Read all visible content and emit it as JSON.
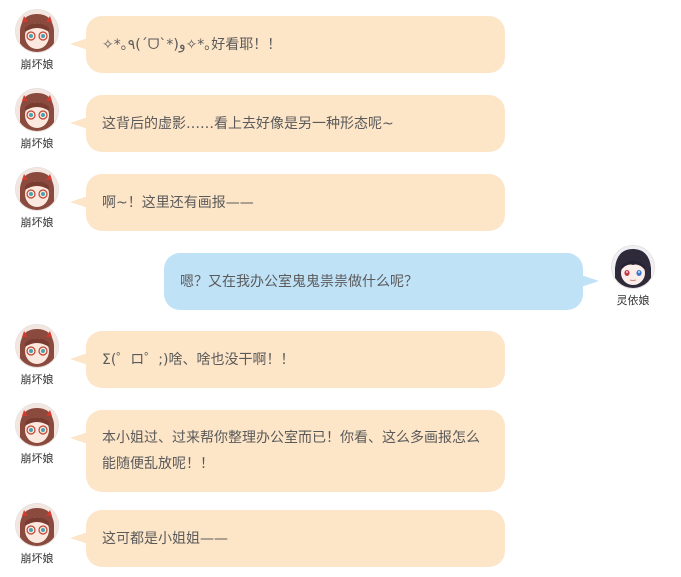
{
  "messages": [
    {
      "sender": "崩坏娘",
      "side": "left",
      "text": "✧*｡٩(ˊᗜˋ*)و✧*｡好看耶！！"
    },
    {
      "sender": "崩坏娘",
      "side": "left",
      "text": "这背后的虚影……看上去好像是另一种形态呢~"
    },
    {
      "sender": "崩坏娘",
      "side": "left",
      "text": "啊~！这里还有画报——"
    },
    {
      "sender": "灵依娘",
      "side": "right",
      "text": "嗯？又在我办公室鬼鬼祟祟做什么呢？"
    },
    {
      "sender": "崩坏娘",
      "side": "left",
      "text": "Σ(゜ロ゜;)啥、啥也没干啊！！"
    },
    {
      "sender": "崩坏娘",
      "side": "left",
      "text": "本小姐过、过来帮你整理办公室而已！你看、这么多画报怎么能随便乱放呢！！"
    },
    {
      "sender": "崩坏娘",
      "side": "left",
      "text": "这可都是小姐姐——"
    }
  ],
  "colors": {
    "left_bubble": "#fde5c8",
    "right_bubble": "#c0e2f7",
    "text": "#5a5a5a"
  },
  "icons": {
    "left_avatar": "honkai-girl-avatar",
    "right_avatar": "lingyi-girl-avatar"
  }
}
